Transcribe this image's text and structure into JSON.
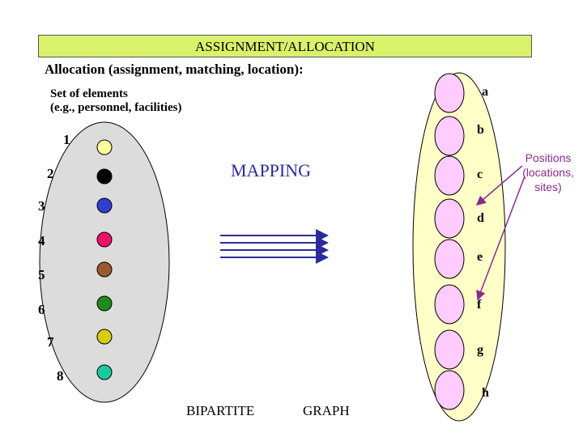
{
  "title": "ASSIGNMENT/ALLOCATION",
  "subtitle": "Allocation (assignment, matching, location):",
  "set_label_line1": "Set of elements",
  "set_label_line2": "(e.g., personnel, facilities)",
  "mapping_label": "MAPPING",
  "positions_label": "Positions (locations, sites)",
  "bottom_left": "BIPARTITE",
  "bottom_right": "GRAPH",
  "left_nodes": [
    {
      "label": "1",
      "color": "#ffffa0"
    },
    {
      "label": "2",
      "color": "#000000"
    },
    {
      "label": "3",
      "color": "#2f3fd0"
    },
    {
      "label": "4",
      "color": "#f0106a"
    },
    {
      "label": "5",
      "color": "#9a5a30"
    },
    {
      "label": "6",
      "color": "#1f8a1f"
    },
    {
      "label": "7",
      "color": "#d6cc10"
    },
    {
      "label": "8",
      "color": "#1ac9a0"
    }
  ],
  "right_nodes": [
    "a",
    "b",
    "c",
    "d",
    "e",
    "f",
    "g",
    "h"
  ],
  "colors": {
    "title_bg": "#d9f26b",
    "left_ellipse": "#dcdcdc",
    "right_ellipse": "#ffffc8",
    "position_node": "#ffccff",
    "arrow_mapping": "#2b2b9e",
    "arrow_positions": "#8a2b8a"
  }
}
